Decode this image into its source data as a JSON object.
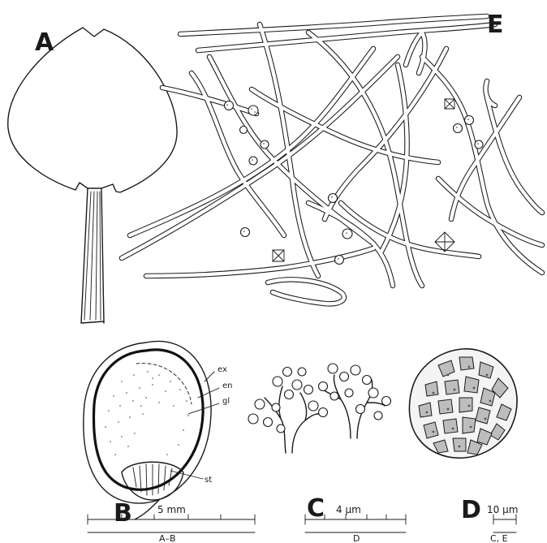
{
  "figure": {
    "panels": {
      "a": "A",
      "b": "B",
      "c": "C",
      "d": "D",
      "e": "E"
    },
    "labels_b": {
      "ex": "ex",
      "en": "en",
      "gl": "gl",
      "st": "st"
    },
    "scale_bars": {
      "ab": {
        "value": "5 mm",
        "applies_to": "A–B"
      },
      "d": {
        "value": "4 μm",
        "applies_to": "D"
      },
      "ce": {
        "value": "10 μm",
        "applies_to": "C, E"
      }
    }
  }
}
